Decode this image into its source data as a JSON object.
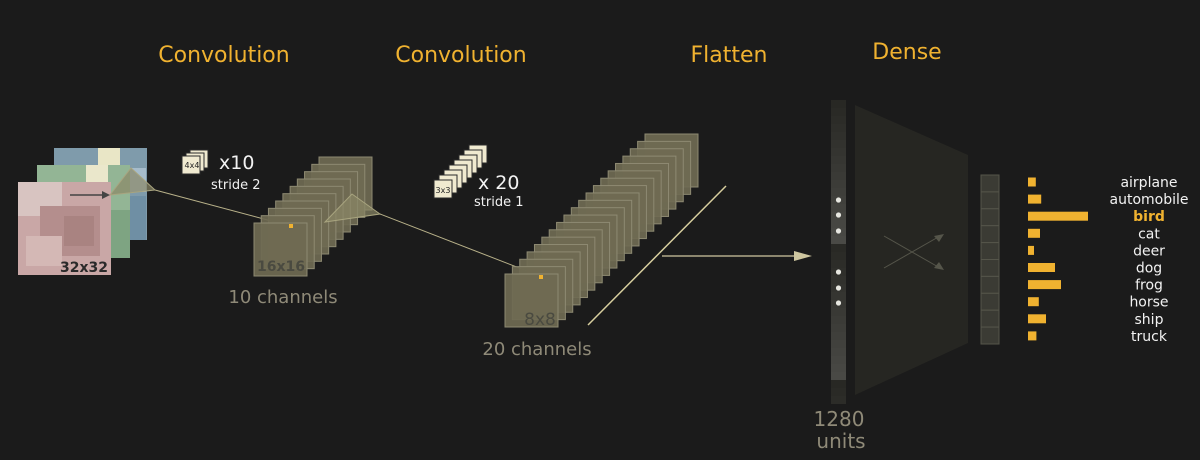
{
  "stages": {
    "conv1": "Convolution",
    "conv2": "Convolution",
    "flatten": "Flatten",
    "dense": "Dense"
  },
  "input": {
    "size_label": "32x32"
  },
  "conv1": {
    "kernel_label": "4x4",
    "count_label": "x10",
    "stride_label": "stride 2",
    "map_label": "16x16",
    "channels_label": "10 channels"
  },
  "conv2": {
    "kernel_label": "3x3",
    "count_label": "x 20",
    "stride_label": "stride 1",
    "map_label": "8x8",
    "channels_label": "20 channels"
  },
  "flatten": {
    "units_value": "1280",
    "units_label": "units"
  },
  "output": {
    "classes": [
      "airplane",
      "automobile",
      "bird",
      "cat",
      "deer",
      "dog",
      "frog",
      "horse",
      "ship",
      "truck"
    ],
    "scores": [
      0.13,
      0.22,
      1.0,
      0.2,
      0.1,
      0.45,
      0.55,
      0.18,
      0.3,
      0.14
    ],
    "highlight_index": 2
  },
  "colors": {
    "accent": "#f0b230",
    "map_fill": "#6f6a52",
    "map_edge": "#8e8a72",
    "kernel": "#f0ead0",
    "dense_block": "#262622"
  }
}
